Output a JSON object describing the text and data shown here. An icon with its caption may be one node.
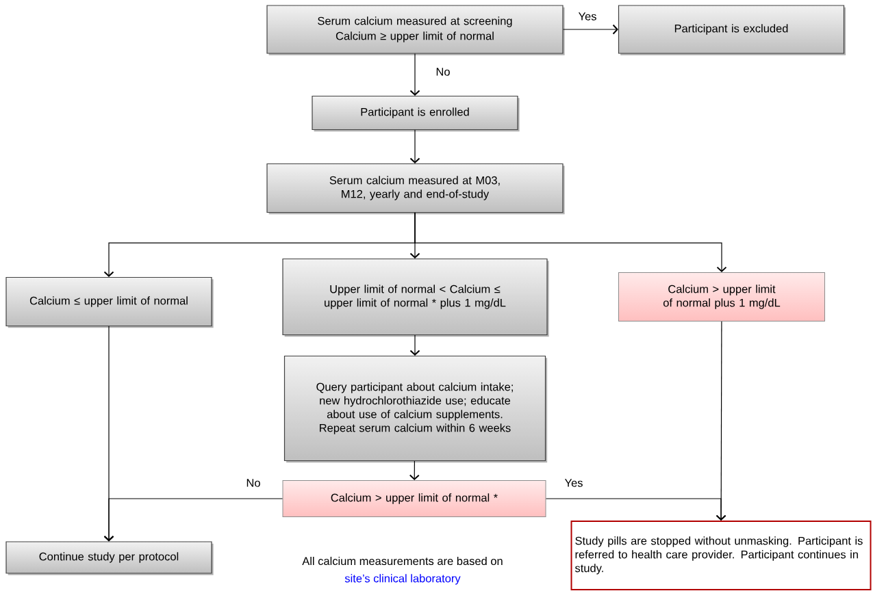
{
  "diagram": {
    "nodes": [
      {
        "text": [
          "Serum calcium measured at screening",
          "Calcium ≥ upper limit of normal"
        ]
      },
      {
        "text": [
          "Participant is excluded"
        ]
      },
      {
        "text": [
          "Participant is enrolled"
        ]
      },
      {
        "text": [
          "Serum calcium measured at M03, M12, yearly and end-of-study"
        ]
      },
      {
        "text": [
          "Calcium ≤ upper limit of normal"
        ]
      },
      {
        "text": [
          "Upper limit of normal < Calcium ≤ upper limit of normal * plus 1 mg/dL"
        ]
      },
      {
        "text": [
          "Calcium > upper limit of normal plus 1 mg/dL"
        ]
      },
      {
        "text": [
          "Query participant about calcium intake; new hydrochlorothiazide use; educate about use of calcium supplements.  Repeat serum calcium within 6 weeks"
        ]
      },
      {
        "text": [
          "Calcium > upper limit of normal *"
        ]
      },
      {
        "text": [
          "Continue study per protocol"
        ]
      },
      {
        "text": [
          "Study pills are stopped without unmasking. Participant is referred to health care provider.  Participant continues in study."
        ]
      }
    ],
    "edges": [
      {
        "from": 0,
        "to": 1,
        "arrow": "to",
        "label": "Yes"
      },
      {
        "from": 0,
        "to": 2,
        "arrow": "to",
        "label": "No"
      },
      {
        "from": 2,
        "to": 3,
        "arrow": "to"
      },
      {
        "from": 3,
        "to": 4,
        "arrow": "to"
      },
      {
        "from": 3,
        "to": 5,
        "arrow": "to"
      },
      {
        "from": 3,
        "to": 6,
        "arrow": "to"
      },
      {
        "from": 5,
        "to": 7,
        "arrow": "to"
      },
      {
        "from": 7,
        "to": 8,
        "arrow": "to"
      },
      {
        "from": 4,
        "to": 9,
        "arrow": "to"
      },
      {
        "from": 8,
        "to": 9,
        "arrow": "to",
        "label": "No"
      },
      {
        "from": 8,
        "to": 10,
        "arrow": "to",
        "label": "Yes"
      },
      {
        "from": 6,
        "to": 10,
        "arrow": "to"
      }
    ],
    "labels": [
      "All calcium measurements are based on",
      "site’s clinical laboratory"
    ]
  }
}
